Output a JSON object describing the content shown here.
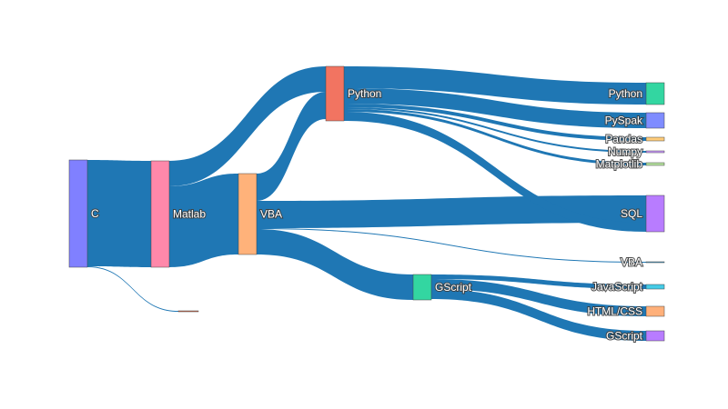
{
  "chart_data": {
    "type": "sankey",
    "link_color": "#1f77b4",
    "nodes": [
      {
        "id": "c",
        "label": "C",
        "color": "#8080ff"
      },
      {
        "id": "matlab",
        "label": "Matlab",
        "color": "#ff88aa"
      },
      {
        "id": "unlabeled",
        "label": "",
        "color": "#e5704f"
      },
      {
        "id": "vba",
        "label": "VBA",
        "color": "#ffb27a"
      },
      {
        "id": "python_mid",
        "label": "Python",
        "color": "#f27461"
      },
      {
        "id": "gscript_mid",
        "label": "GScript",
        "color": "#33d6a1"
      },
      {
        "id": "python_out",
        "label": "Python",
        "color": "#33d6a1"
      },
      {
        "id": "pyspak",
        "label": "PySpak",
        "color": "#7f8cff"
      },
      {
        "id": "pandas",
        "label": "Pandas",
        "color": "#ffcc7a"
      },
      {
        "id": "numpy",
        "label": "Numpy",
        "color": "#cc99ff"
      },
      {
        "id": "matplotlib",
        "label": "Matplotlib",
        "color": "#b5e29e"
      },
      {
        "id": "sql",
        "label": "SQL",
        "color": "#b87cff"
      },
      {
        "id": "vba_out",
        "label": "VBA",
        "color": "#4aa8d8"
      },
      {
        "id": "javascript",
        "label": "JavaScript",
        "color": "#45cbe6"
      },
      {
        "id": "htmlcss",
        "label": "HTML/CSS",
        "color": "#ffb07a"
      },
      {
        "id": "gscript_out",
        "label": "GScript",
        "color": "#b87cff"
      }
    ],
    "links": [
      {
        "source": "c",
        "target": "matlab",
        "value": 117
      },
      {
        "source": "c",
        "target": "unlabeled",
        "value": 1
      },
      {
        "source": "matlab",
        "target": "python_mid",
        "value": 28
      },
      {
        "source": "matlab",
        "target": "vba",
        "value": 89
      },
      {
        "source": "vba",
        "target": "python_mid",
        "value": 30
      },
      {
        "source": "vba",
        "target": "sql",
        "value": 30
      },
      {
        "source": "vba",
        "target": "vba_out",
        "value": 1
      },
      {
        "source": "vba",
        "target": "gscript_mid",
        "value": 28
      },
      {
        "source": "python_mid",
        "target": "python_out",
        "value": 24
      },
      {
        "source": "python_mid",
        "target": "pyspak",
        "value": 17
      },
      {
        "source": "python_mid",
        "target": "pandas",
        "value": 4
      },
      {
        "source": "python_mid",
        "target": "numpy",
        "value": 2
      },
      {
        "source": "python_mid",
        "target": "matplotlib",
        "value": 3
      },
      {
        "source": "python_mid",
        "target": "sql",
        "value": 10
      },
      {
        "source": "gscript_mid",
        "target": "javascript",
        "value": 5
      },
      {
        "source": "gscript_mid",
        "target": "htmlcss",
        "value": 11
      },
      {
        "source": "gscript_mid",
        "target": "gscript_out",
        "value": 11
      }
    ]
  }
}
